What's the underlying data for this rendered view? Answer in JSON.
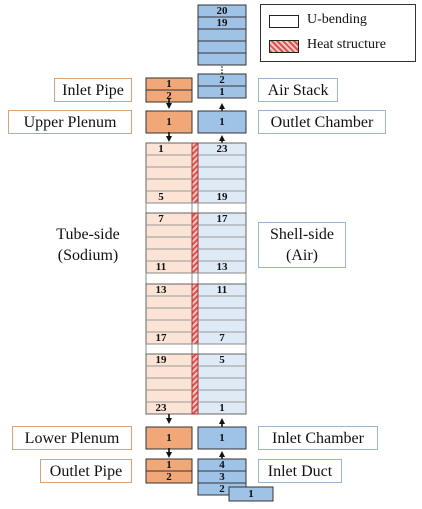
{
  "legend": {
    "u_bending": "U-bending",
    "heat_structure": "Heat structure",
    "u_bending_color": "#ffffff",
    "heat_structure_color": "#d9534f"
  },
  "colors": {
    "tube_box": "#f0a878",
    "tube_light": "#fbe4d5",
    "shell_box": "#9fc3e7",
    "shell_light": "#deebf7",
    "heat_structure": "#d9534f"
  },
  "labels": {
    "inlet_pipe": "Inlet Pipe",
    "upper_plenum": "Upper Plenum",
    "tube_side": "Tube-side\n(Sodium)",
    "lower_plenum": "Lower Plenum",
    "outlet_pipe": "Outlet Pipe",
    "air_stack": "Air Stack",
    "outlet_chamber": "Outlet Chamber",
    "shell_side": "Shell-side\n(Air)",
    "inlet_chamber": "Inlet Chamber",
    "inlet_duct": "Inlet Duct"
  },
  "air_stack_cells": [
    "20",
    "19",
    "",
    "",
    "",
    "2",
    "1"
  ],
  "inlet_pipe_cells": [
    "1",
    "2"
  ],
  "upper_plenum_cell": "1",
  "outlet_chamber_cell": "1",
  "lower_plenum_cell": "1",
  "inlet_chamber_cell": "1",
  "outlet_pipe_cells": [
    "1",
    "2"
  ],
  "inlet_duct_cells": [
    "4",
    "3",
    "2",
    "1"
  ],
  "sections": [
    {
      "tube_top": "1",
      "tube_bottom": "5",
      "shell_top": "23",
      "shell_bottom": "19"
    },
    {
      "tube_top": "7",
      "tube_bottom": "11",
      "shell_top": "17",
      "shell_bottom": "13"
    },
    {
      "tube_top": "13",
      "tube_bottom": "17",
      "shell_top": "11",
      "shell_bottom": "7"
    },
    {
      "tube_top": "19",
      "tube_bottom": "23",
      "shell_top": "5",
      "shell_bottom": "1"
    }
  ]
}
